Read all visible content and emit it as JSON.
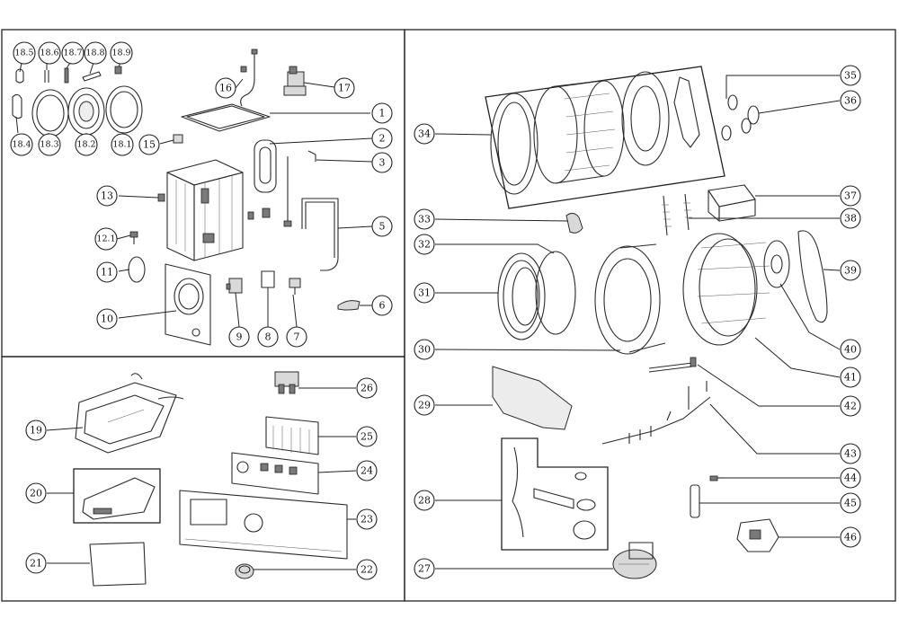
{
  "callouts": {
    "c18_5": "18.5",
    "c18_6": "18.6",
    "c18_7": "18.7",
    "c18_8": "18.8",
    "c18_9": "18.9",
    "c18_4": "18.4",
    "c18_3": "18.3",
    "c18_2": "18.2",
    "c18_1": "18.1",
    "c1": "1",
    "c2": "2",
    "c3": "3",
    "c5": "5",
    "c6": "6",
    "c7": "7",
    "c8": "8",
    "c9": "9",
    "c10": "10",
    "c11": "11",
    "c12_1": "12.1",
    "c13": "13",
    "c15": "15",
    "c16": "16",
    "c17": "17",
    "c19": "19",
    "c20": "20",
    "c21": "21",
    "c22": "22",
    "c23": "23",
    "c24": "24",
    "c25": "25",
    "c26": "26",
    "c27": "27",
    "c28": "28",
    "c29": "29",
    "c30": "30",
    "c31": "31",
    "c32": "32",
    "c33": "33",
    "c34": "34",
    "c35": "35",
    "c36": "36",
    "c37": "37",
    "c38": "38",
    "c39": "39",
    "c40": "40",
    "c41": "41",
    "c42": "42",
    "c43": "43",
    "c44": "44",
    "c45": "45",
    "c46": "46"
  }
}
